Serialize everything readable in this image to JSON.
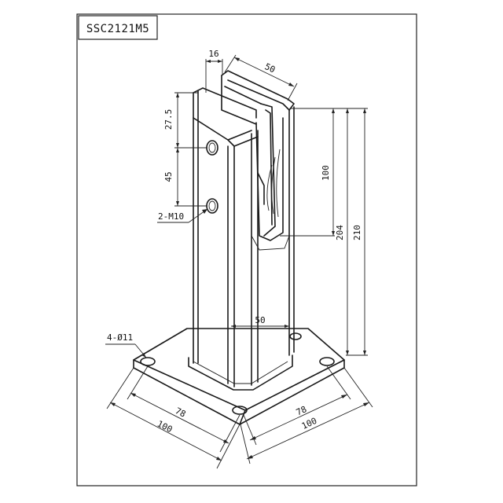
{
  "title_block": {
    "model": "SSC2121M5"
  },
  "dimensions": {
    "slot_width": "16",
    "clamp_width": "50",
    "hole_top_offset": "27.5",
    "hole_spacing": "45",
    "hole_callout": "2-M10",
    "clamp_height": "100",
    "post_height": "204",
    "total_height": "210",
    "post_width": "50",
    "base_holes": "4-Ø11",
    "hole_pitch_left": "78",
    "base_size_left": "100",
    "hole_pitch_right": "78",
    "base_size_right": "100"
  }
}
